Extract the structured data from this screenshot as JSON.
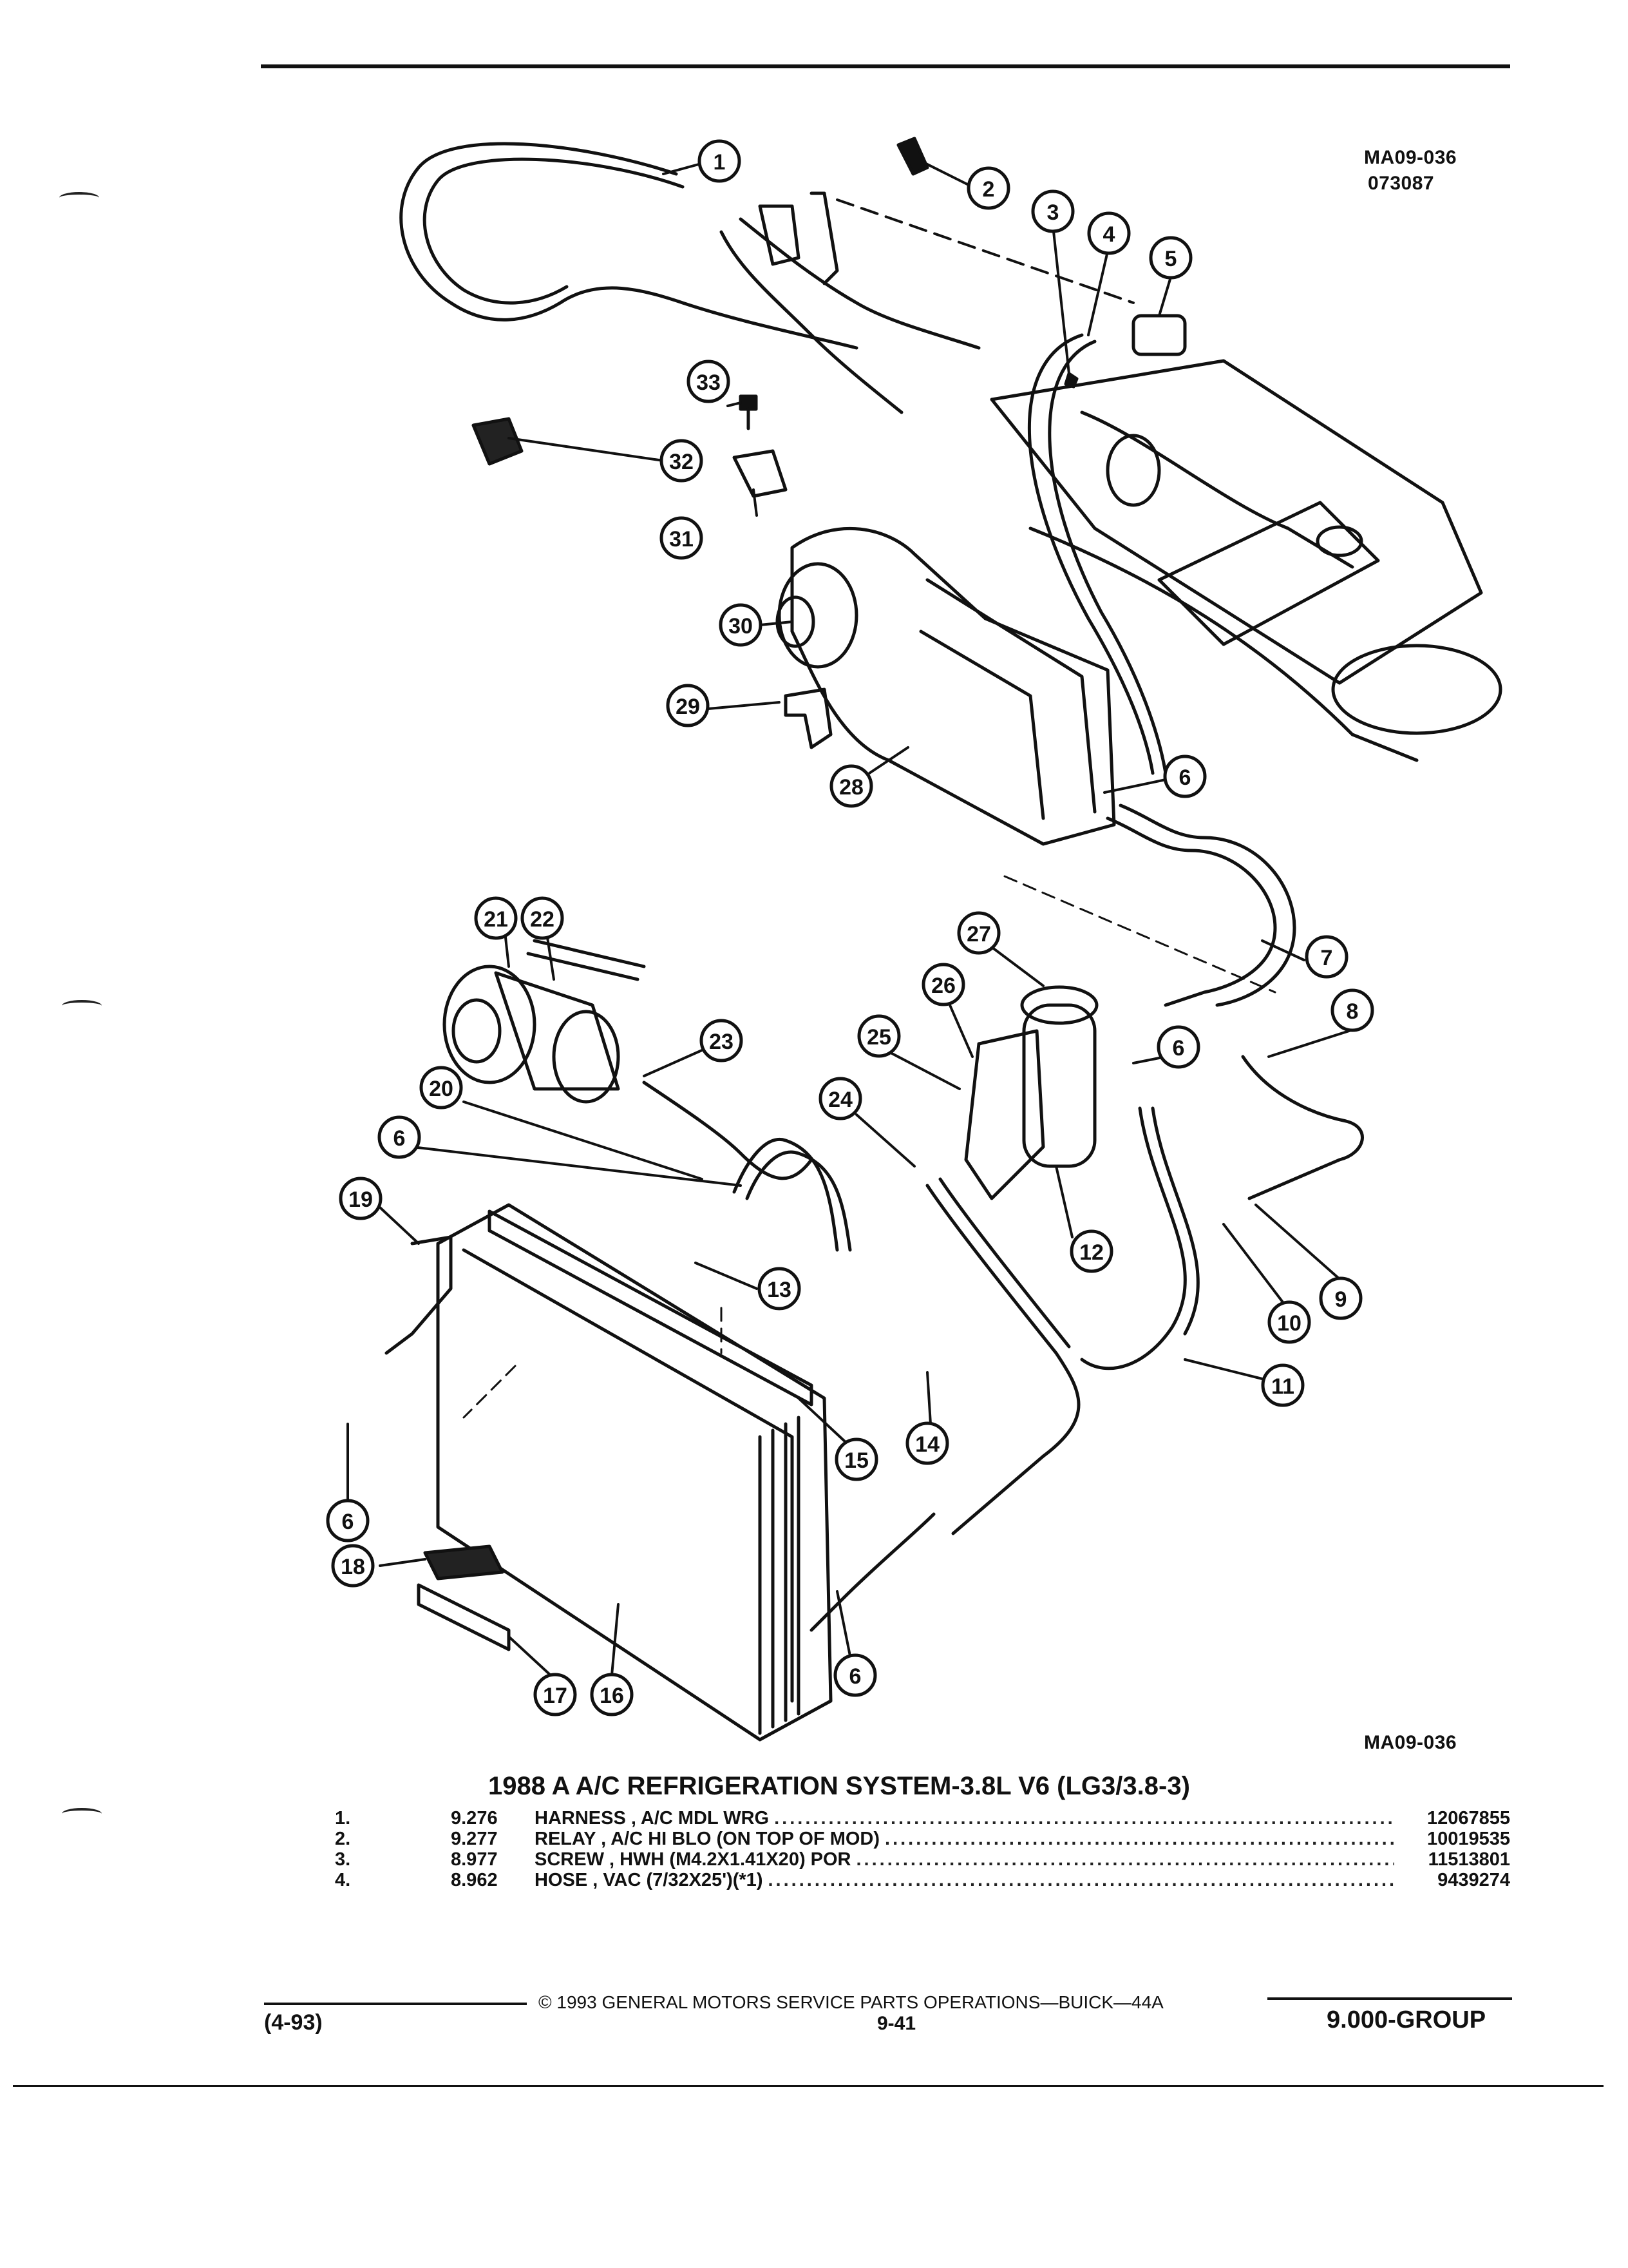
{
  "drawing_code_top": "MA09-036",
  "drawing_date": "073087",
  "drawing_code_bottom": "MA09-036",
  "title": "1988 A A/C REFRIGERATION SYSTEM-3.8L V6 (LG3/3.8-3)",
  "callouts": [
    "1",
    "2",
    "3",
    "4",
    "5",
    "6",
    "6",
    "28",
    "29",
    "30",
    "31",
    "32",
    "33",
    "27",
    "7",
    "8",
    "26",
    "25",
    "6",
    "24",
    "12",
    "21",
    "22",
    "23",
    "20",
    "6",
    "19",
    "13",
    "14",
    "15",
    "10",
    "9",
    "11",
    "6",
    "18",
    "17",
    "16",
    "6"
  ],
  "parts": [
    {
      "num": "1.",
      "group": "9.276",
      "desc": "HARNESS , A/C MDL WRG",
      "part_no": "12067855"
    },
    {
      "num": "2.",
      "group": "9.277",
      "desc": "RELAY , A/C HI BLO (ON TOP OF MOD)",
      "part_no": "10019535"
    },
    {
      "num": "3.",
      "group": "8.977",
      "desc": "SCREW , HWH (M4.2X1.41X20) POR",
      "part_no": "11513801"
    },
    {
      "num": "4.",
      "group": "8.962",
      "desc": "HOSE , VAC (7/32X25')(*1)",
      "part_no": "9439274"
    }
  ],
  "footer": {
    "copyright": "© 1993 GENERAL MOTORS SERVICE PARTS OPERATIONS—BUICK—44A",
    "date_code": "(4-93)",
    "page": "9-41",
    "group": "9.000-GROUP"
  }
}
